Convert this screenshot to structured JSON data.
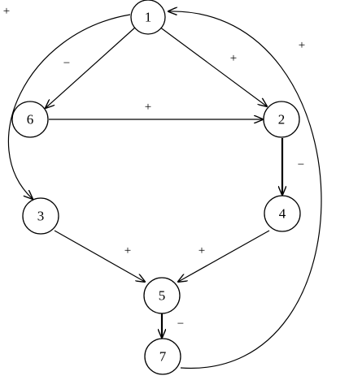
{
  "nodes": [
    {
      "id": "1",
      "label": "1"
    },
    {
      "id": "2",
      "label": "2"
    },
    {
      "id": "3",
      "label": "3"
    },
    {
      "id": "4",
      "label": "4"
    },
    {
      "id": "5",
      "label": "5"
    },
    {
      "id": "6",
      "label": "6"
    },
    {
      "id": "7",
      "label": "7"
    }
  ],
  "edges": [
    {
      "id": "e-1-6",
      "from": "1",
      "to": "6",
      "sign": "−"
    },
    {
      "id": "e-1-2",
      "from": "1",
      "to": "2",
      "sign": "+"
    },
    {
      "id": "e-6-2",
      "from": "6",
      "to": "2",
      "sign": "+"
    },
    {
      "id": "e-2-4",
      "from": "2",
      "to": "4",
      "sign": "−"
    },
    {
      "id": "e-1-3",
      "from": "1",
      "to": "3",
      "sign": "+"
    },
    {
      "id": "e-3-5",
      "from": "3",
      "to": "5",
      "sign": "+"
    },
    {
      "id": "e-4-5",
      "from": "4",
      "to": "5",
      "sign": "+"
    },
    {
      "id": "e-5-7",
      "from": "5",
      "to": "7",
      "sign": "−"
    },
    {
      "id": "e-7-1",
      "from": "7",
      "to": "1",
      "sign": "+"
    }
  ]
}
